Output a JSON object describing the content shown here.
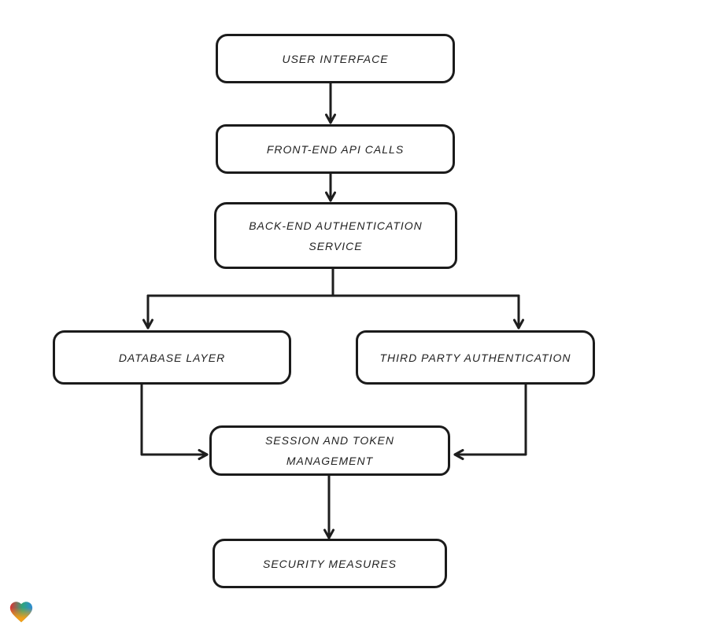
{
  "diagram": {
    "nodes": [
      {
        "id": "user-interface",
        "label": "USER INTERFACE"
      },
      {
        "id": "front-end-api-calls",
        "label": "FRONT-END API CALLS"
      },
      {
        "id": "back-end-authentication-service",
        "label": "BACK-END AUTHENTICATION\nSERVICE"
      },
      {
        "id": "database-layer",
        "label": "DATABASE LAYER"
      },
      {
        "id": "third-party-authentication",
        "label": "THIRD PARTY AUTHENTICATION"
      },
      {
        "id": "session-and-token-management",
        "label": "SESSION AND TOKEN\nMANAGEMENT"
      },
      {
        "id": "security-measures",
        "label": "SECURITY MEASURES"
      }
    ],
    "edges": [
      {
        "from": "user-interface",
        "to": "front-end-api-calls"
      },
      {
        "from": "front-end-api-calls",
        "to": "back-end-authentication-service"
      },
      {
        "from": "back-end-authentication-service",
        "to": "database-layer"
      },
      {
        "from": "back-end-authentication-service",
        "to": "third-party-authentication"
      },
      {
        "from": "database-layer",
        "to": "session-and-token-management"
      },
      {
        "from": "third-party-authentication",
        "to": "session-and-token-management"
      },
      {
        "from": "session-and-token-management",
        "to": "security-measures"
      }
    ],
    "colors": {
      "stroke": "#1e1e1e",
      "node_fill": "#ffffff",
      "background": "#ffffff"
    },
    "logo": {
      "name": "heart-logo",
      "gradient": [
        "#e03131",
        "#2fa57b",
        "#2e8bd6",
        "#f59f18"
      ]
    }
  }
}
